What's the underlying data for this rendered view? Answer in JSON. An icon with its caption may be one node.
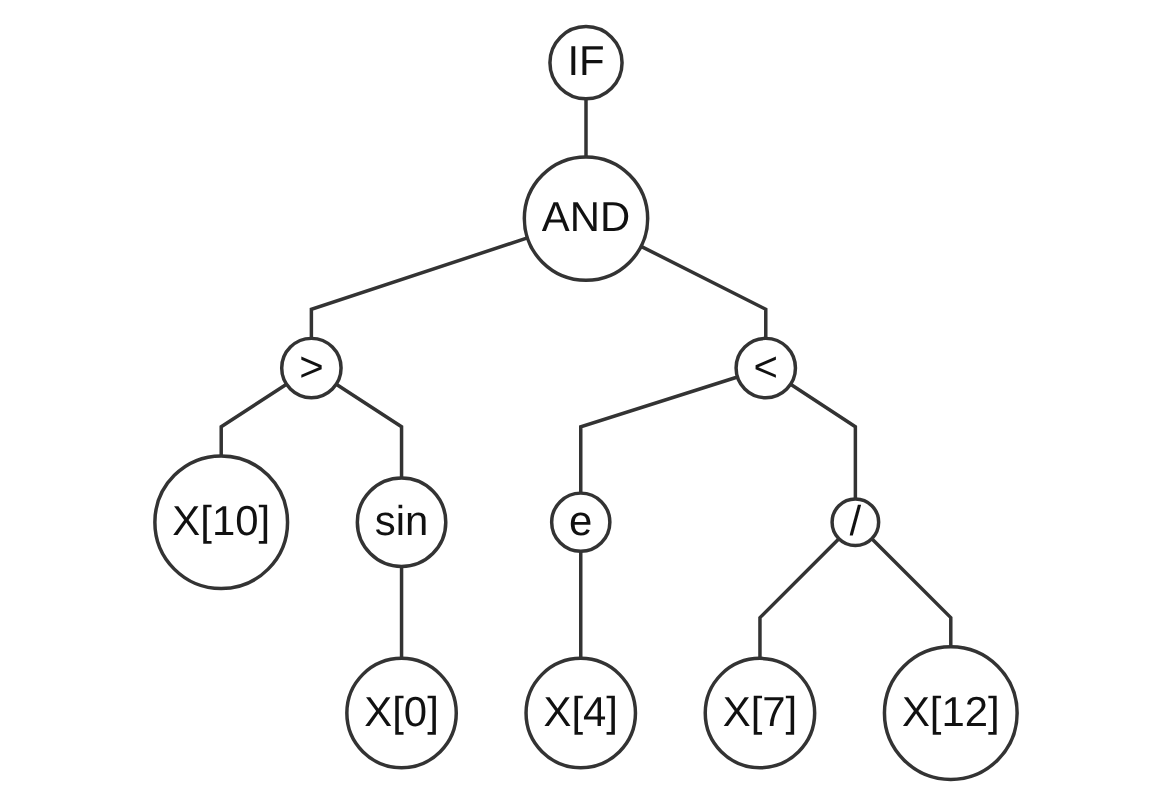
{
  "diagram": {
    "nodes": [
      {
        "text": [
          "IF"
        ]
      },
      {
        "text": [
          "AND"
        ]
      },
      {
        "text": [
          ">"
        ]
      },
      {
        "text": [
          "<"
        ]
      },
      {
        "text": [
          "X[10]"
        ]
      },
      {
        "text": [
          "sin"
        ]
      },
      {
        "text": [
          "e"
        ]
      },
      {
        "text": [
          "/"
        ]
      },
      {
        "text": [
          "X[0]"
        ]
      },
      {
        "text": [
          "X[4]"
        ]
      },
      {
        "text": [
          "X[7]"
        ]
      },
      {
        "text": [
          "X[12]"
        ]
      }
    ],
    "edges": [
      {
        "from": 0,
        "to": 1,
        "arrow": "none"
      },
      {
        "from": 1,
        "to": 2,
        "arrow": "none"
      },
      {
        "from": 1,
        "to": 3,
        "arrow": "none"
      },
      {
        "from": 2,
        "to": 4,
        "arrow": "none"
      },
      {
        "from": 2,
        "to": 5,
        "arrow": "none"
      },
      {
        "from": 3,
        "to": 6,
        "arrow": "none"
      },
      {
        "from": 3,
        "to": 7,
        "arrow": "none"
      },
      {
        "from": 5,
        "to": 8,
        "arrow": "none"
      },
      {
        "from": 6,
        "to": 9,
        "arrow": "none"
      },
      {
        "from": 7,
        "to": 10,
        "arrow": "none"
      },
      {
        "from": 7,
        "to": 11,
        "arrow": "none"
      }
    ]
  }
}
